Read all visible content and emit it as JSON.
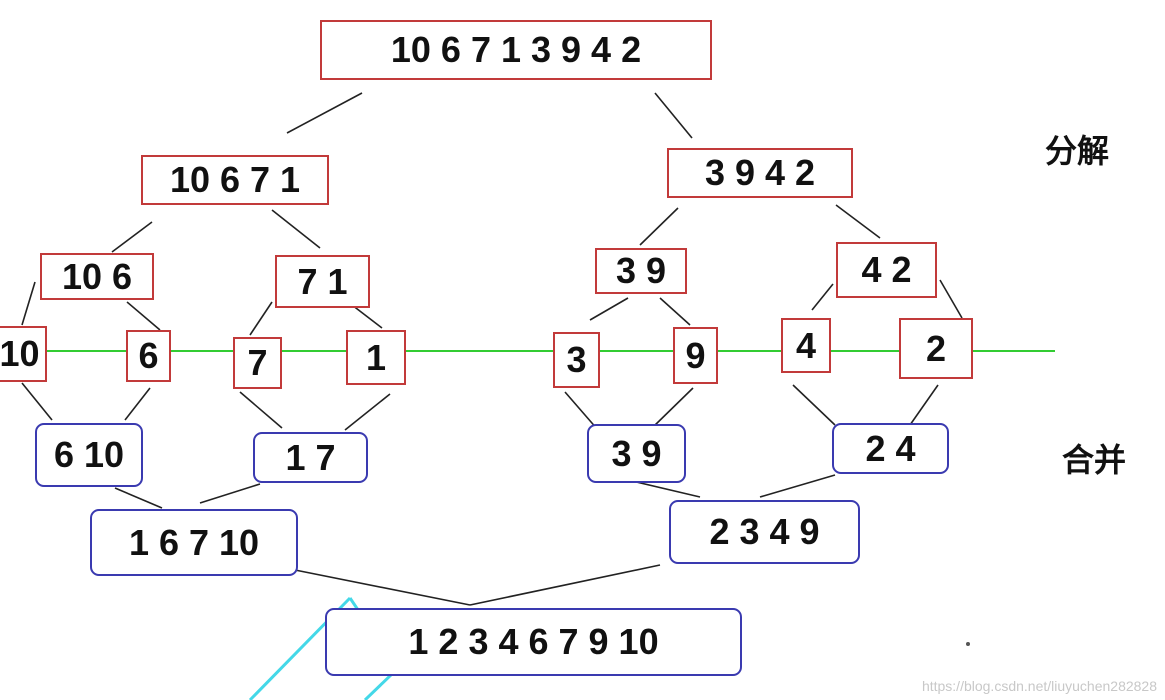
{
  "labels": {
    "decompose": "分解",
    "merge": "合并"
  },
  "watermark": "https://blog.csdn.net/liuyuchen282828",
  "colors": {
    "split_border": "#c23a3a",
    "merge_border": "#3a3ab0",
    "divider_line": "#33cc33",
    "edges": "#222222",
    "accent_stroke": "#44d8e8"
  },
  "split_tree": {
    "root": "10 6 7 1 3 9 4 2",
    "level1": [
      "10 6 7 1",
      "3 9 4 2"
    ],
    "level2": [
      "10 6",
      "7 1",
      "3 9",
      "4 2"
    ],
    "level3": [
      "10",
      "6",
      "7",
      "1",
      "3",
      "9",
      "4",
      "2"
    ]
  },
  "merge_tree": {
    "level1": [
      "6 10",
      "1 7",
      "3 9",
      "2 4"
    ],
    "level2": [
      "1 6 7 10",
      "2 3 4 9"
    ],
    "result": "1 2 3 4 6 7 9 10"
  }
}
